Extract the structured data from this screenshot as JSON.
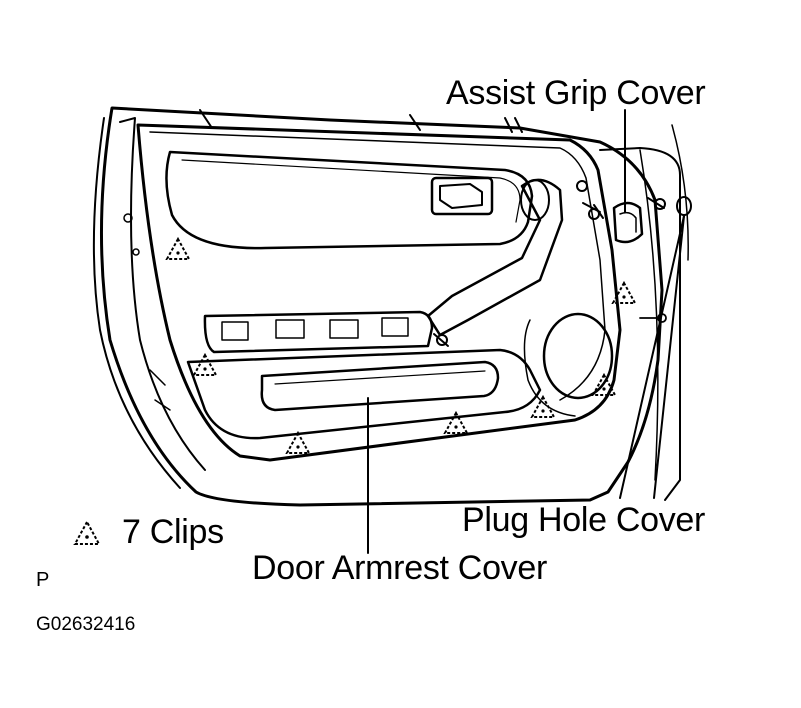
{
  "labels": {
    "assist_grip_cover": "Assist Grip Cover",
    "plug_hole_cover": "Plug Hole Cover",
    "door_armrest_cover": "Door Armrest Cover",
    "clips_legend": "7 Clips",
    "view_marker": "P",
    "figure_code": "G02632416"
  },
  "clip_count": 7,
  "colors": {
    "ink": "#000000",
    "paper": "#ffffff"
  }
}
